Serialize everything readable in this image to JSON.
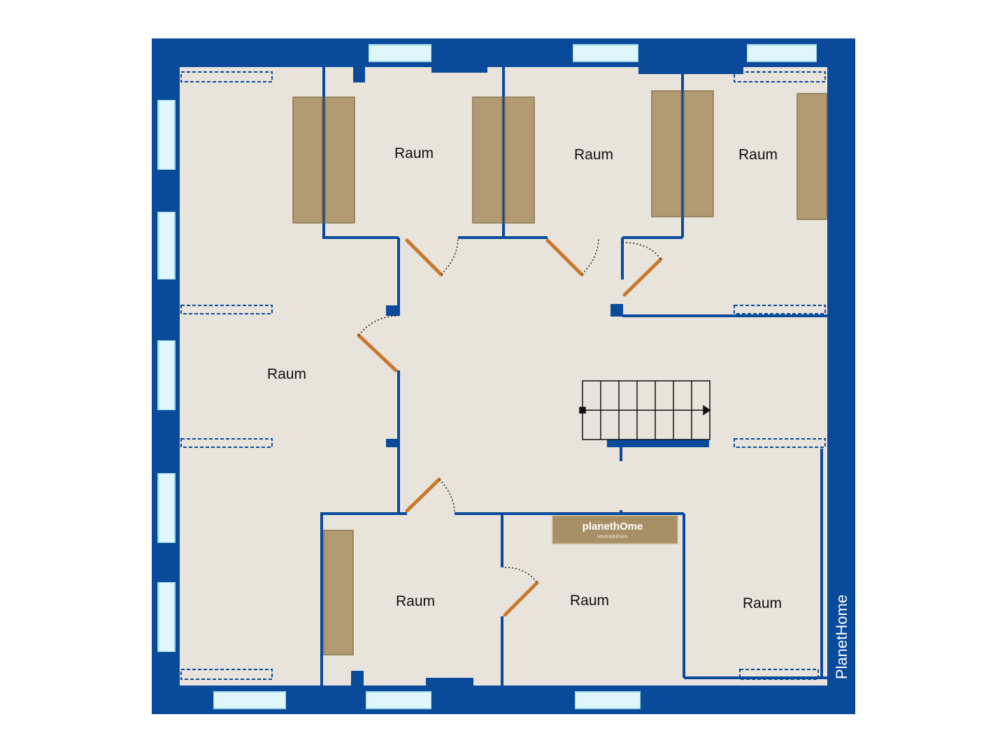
{
  "colors": {
    "wall": "#0a4a9b",
    "floor": "#e8e3db",
    "window": "#dff6fb",
    "window_border": "#9fd4e2",
    "furniture": "#b29b72",
    "door": "#c8782c",
    "logo_bg": "#a89066"
  },
  "rooms": [
    {
      "label": "Raum"
    },
    {
      "label": "Raum"
    },
    {
      "label": "Raum"
    },
    {
      "label": "Raum"
    },
    {
      "label": "Raum"
    },
    {
      "label": "Raum"
    },
    {
      "label": "Raum"
    }
  ],
  "logo": {
    "name": "planethOme",
    "sub": "Immobilien"
  },
  "brand_vertical": "PlanetHome"
}
